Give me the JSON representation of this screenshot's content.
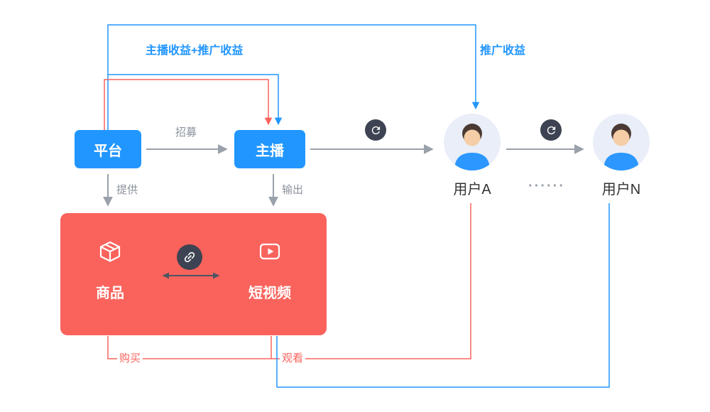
{
  "colors": {
    "blue": "#2196ff",
    "coral": "#f9635c",
    "gray_line": "#9aa1ab",
    "dark_circle": "#3d4352",
    "label_gray": "#8b929c",
    "text_dark": "#333333",
    "avatar_bg": "#e9eef8"
  },
  "nodes": {
    "platform": {
      "label": "平台"
    },
    "anchor": {
      "label": "主播"
    },
    "user_a": {
      "label": "用户A"
    },
    "user_n": {
      "label": "用户N"
    },
    "product": {
      "label": "商品"
    },
    "video": {
      "label": "短视频"
    }
  },
  "labels": {
    "recruit": "招募",
    "provide": "提供",
    "output": "输出",
    "host_promo_revenue": "主播收益+推广收益",
    "promo_revenue": "推广收益",
    "buy": "购买",
    "watch": "观看",
    "ellipsis": "······"
  },
  "icons": {
    "product": "package-cube-icon",
    "video": "video-play-icon",
    "link": "link-icon",
    "repost_1": "repost-refresh-icon",
    "repost_2": "repost-refresh-icon"
  }
}
